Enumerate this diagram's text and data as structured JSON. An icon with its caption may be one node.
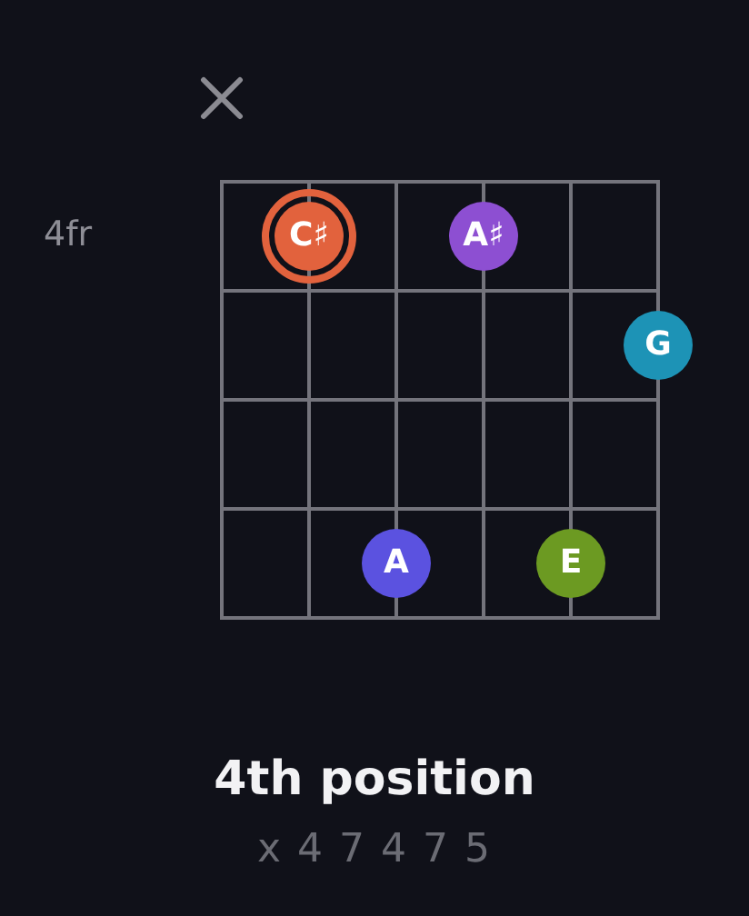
{
  "diagram": {
    "title": "4th position",
    "caption": "x 4 7 4 7 5",
    "nodes": [
      {
        "text": [
          "C♯"
        ]
      },
      {
        "text": [
          "A♯"
        ]
      },
      {
        "text": [
          "G"
        ]
      },
      {
        "text": [
          "A"
        ]
      },
      {
        "text": [
          "E"
        ]
      }
    ],
    "labels": [
      "4fr"
    ]
  }
}
